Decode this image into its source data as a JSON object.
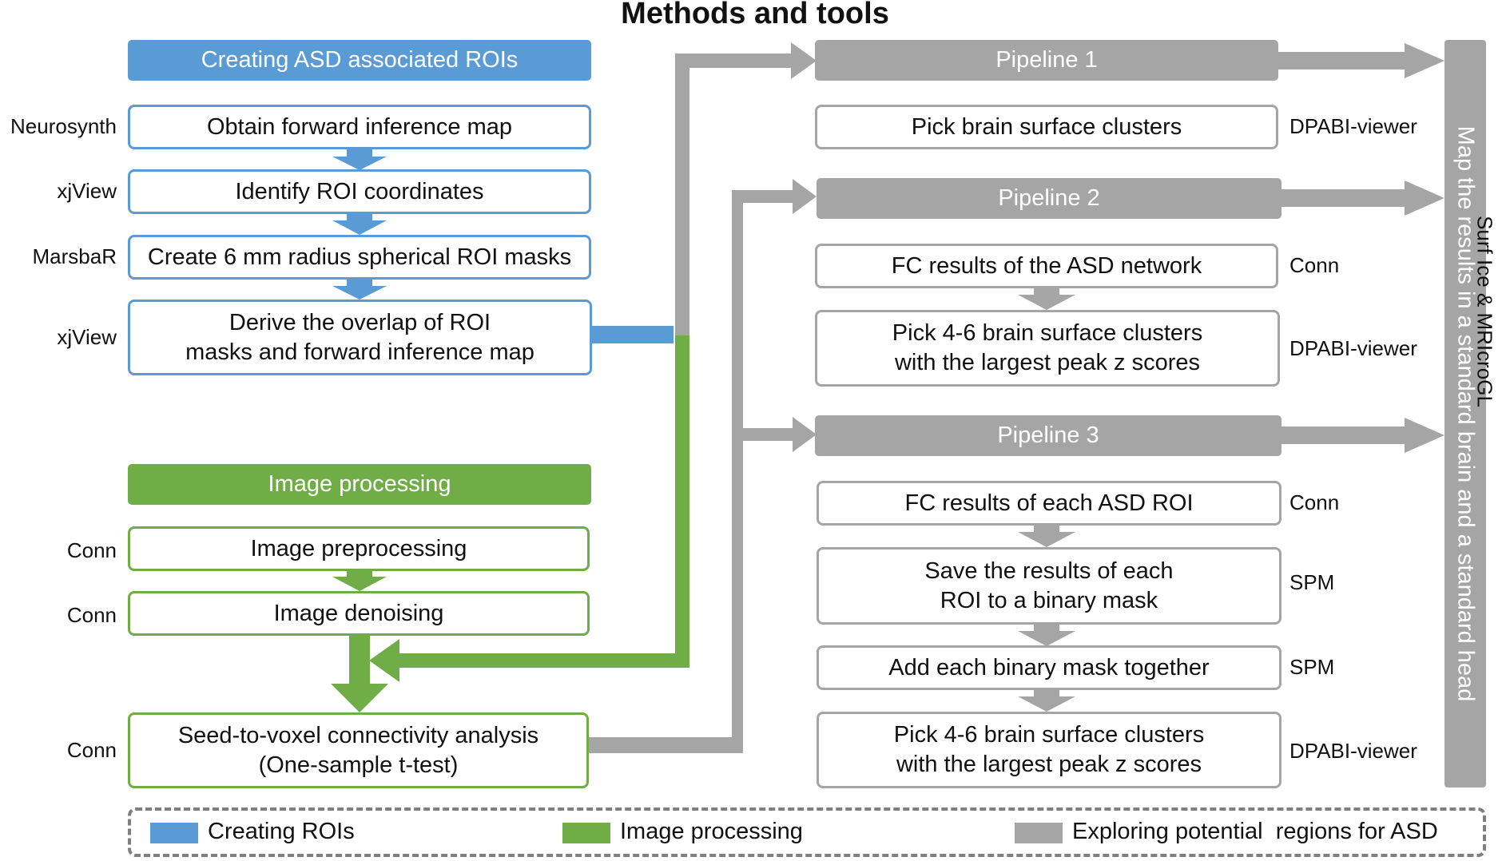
{
  "title": "Methods and tools",
  "colors": {
    "blue": "#5b9bd5",
    "green": "#70ad47",
    "gray": "#a5a5a5"
  },
  "rois": {
    "header": "Creating ASD associated ROIs",
    "steps": [
      {
        "tool": "Neurosynth",
        "line1": "Obtain forward inference map",
        "line2": ""
      },
      {
        "tool": "xjView",
        "line1": "Identify ROI coordinates",
        "line2": ""
      },
      {
        "tool": "MarsbaR",
        "line1": "Create 6 mm radius spherical ROI masks",
        "line2": ""
      },
      {
        "tool": "xjView",
        "line1": "Derive the overlap of ROI",
        "line2": "masks and forward inference map"
      }
    ]
  },
  "image_processing": {
    "header": "Image processing",
    "steps": [
      {
        "tool": "Conn",
        "line1": "Image preprocessing",
        "line2": ""
      },
      {
        "tool": "Conn",
        "line1": "Image denoising",
        "line2": ""
      },
      {
        "tool": "Conn",
        "line1": "Seed-to-voxel connectivity analysis",
        "line2": "(One-sample t-test)"
      }
    ]
  },
  "pipeline1": {
    "header": "Pipeline 1",
    "steps": [
      {
        "tool": "DPABI-viewer",
        "line1": "Pick brain surface clusters",
        "line2": ""
      }
    ]
  },
  "pipeline2": {
    "header": "Pipeline 2",
    "steps": [
      {
        "tool": "Conn",
        "line1": "FC results of the ASD network",
        "line2": ""
      },
      {
        "tool": "DPABI-viewer",
        "line1": "Pick 4-6 brain surface clusters",
        "line2": "with the largest peak z scores"
      }
    ]
  },
  "pipeline3": {
    "header": "Pipeline 3",
    "steps": [
      {
        "tool": "Conn",
        "line1": "FC results of each ASD ROI",
        "line2": ""
      },
      {
        "tool": "SPM",
        "line1": "Save the results of each",
        "line2": "ROI to a binary mask"
      },
      {
        "tool": "SPM",
        "line1": "Add each binary mask together",
        "line2": ""
      },
      {
        "tool": "DPABI-viewer",
        "line1": "Pick 4-6 brain surface clusters",
        "line2": "with the largest peak z scores"
      }
    ]
  },
  "mapping": {
    "bar_text": "Map the results in a standard brain and a standard head",
    "tool": "Surf Ice & MRIcroGL"
  },
  "legend": [
    {
      "label": "Creating ROIs",
      "color": "#5b9bd5"
    },
    {
      "label": "Image processing",
      "color": "#70ad47"
    },
    {
      "label": "Exploring potential  regions for ASD",
      "color": "#a5a5a5"
    }
  ]
}
